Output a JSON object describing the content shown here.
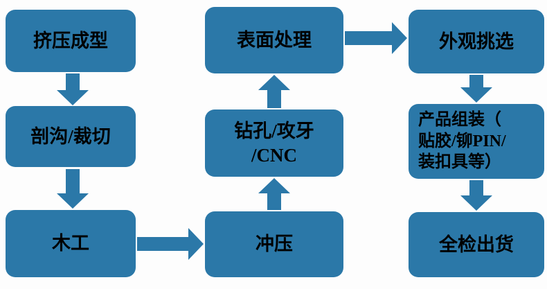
{
  "diagram": {
    "type": "process-flowchart",
    "box_fill": "#2B78A8",
    "text_color": "#000000",
    "nodes": {
      "extrusion": "挤压成型",
      "grooving": "剖沟/裁切",
      "woodwork": "木工",
      "stamping": "冲压",
      "drilling": [
        "钻孔/攻牙",
        "/CNC"
      ],
      "surface": "表面处理",
      "visual_inspection": "外观挑选",
      "assembly": [
        "产品组装（",
        "贴胶/铆PIN/",
        "装扣具等）"
      ],
      "full_inspection_shipping": "全检出货"
    },
    "flow_order": [
      "挤压成型",
      "剖沟/裁切",
      "木工",
      "冲压",
      "钻孔/攻牙/CNC",
      "表面处理",
      "外观挑选",
      "产品组装（贴胶/铆PIN/装扣具等）",
      "全检出货"
    ]
  }
}
